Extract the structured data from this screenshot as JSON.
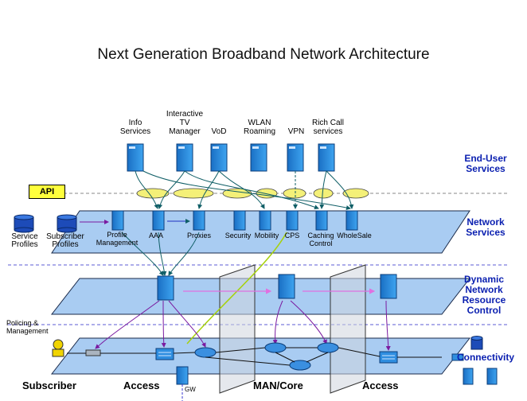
{
  "title": "Next Generation Broadband Network Architecture",
  "api_label": "API",
  "service_servers": [
    {
      "label": "Info\nServices"
    },
    {
      "label": "Interactive\nTV\nManager"
    },
    {
      "label": "VoD"
    },
    {
      "label": "WLAN\nRoaming"
    },
    {
      "label": "VPN"
    },
    {
      "label": "Rich Call\nservices"
    }
  ],
  "network_services": [
    {
      "label": "Profile\nManagement"
    },
    {
      "label": "AAA"
    },
    {
      "label": "Proxies"
    },
    {
      "label": "Security"
    },
    {
      "label": "Mobility"
    },
    {
      "label": "CPS"
    },
    {
      "label": "Caching\nControl"
    },
    {
      "label": "WholeSale"
    }
  ],
  "databases": [
    {
      "label": "Service\nProfiles"
    },
    {
      "label": "Subscriber\nProfiles"
    }
  ],
  "layers": {
    "end_user": "End-User\nServices",
    "network": "Network\nServices",
    "dynamic": "Dynamic\nNetwork\nResource\nControl",
    "connectivity": "Connectivity"
  },
  "policing": "Policing &\nManagement",
  "gw": "GW",
  "zones": [
    "Subscriber",
    "Access",
    "MAN/Core",
    "Access"
  ],
  "colors": {
    "plane": "#a9ccf2",
    "server_front": "#2f8ee0",
    "layer_text": "#0a1fb0",
    "api": "#ffff3c",
    "ellipse": "#f4f078"
  }
}
